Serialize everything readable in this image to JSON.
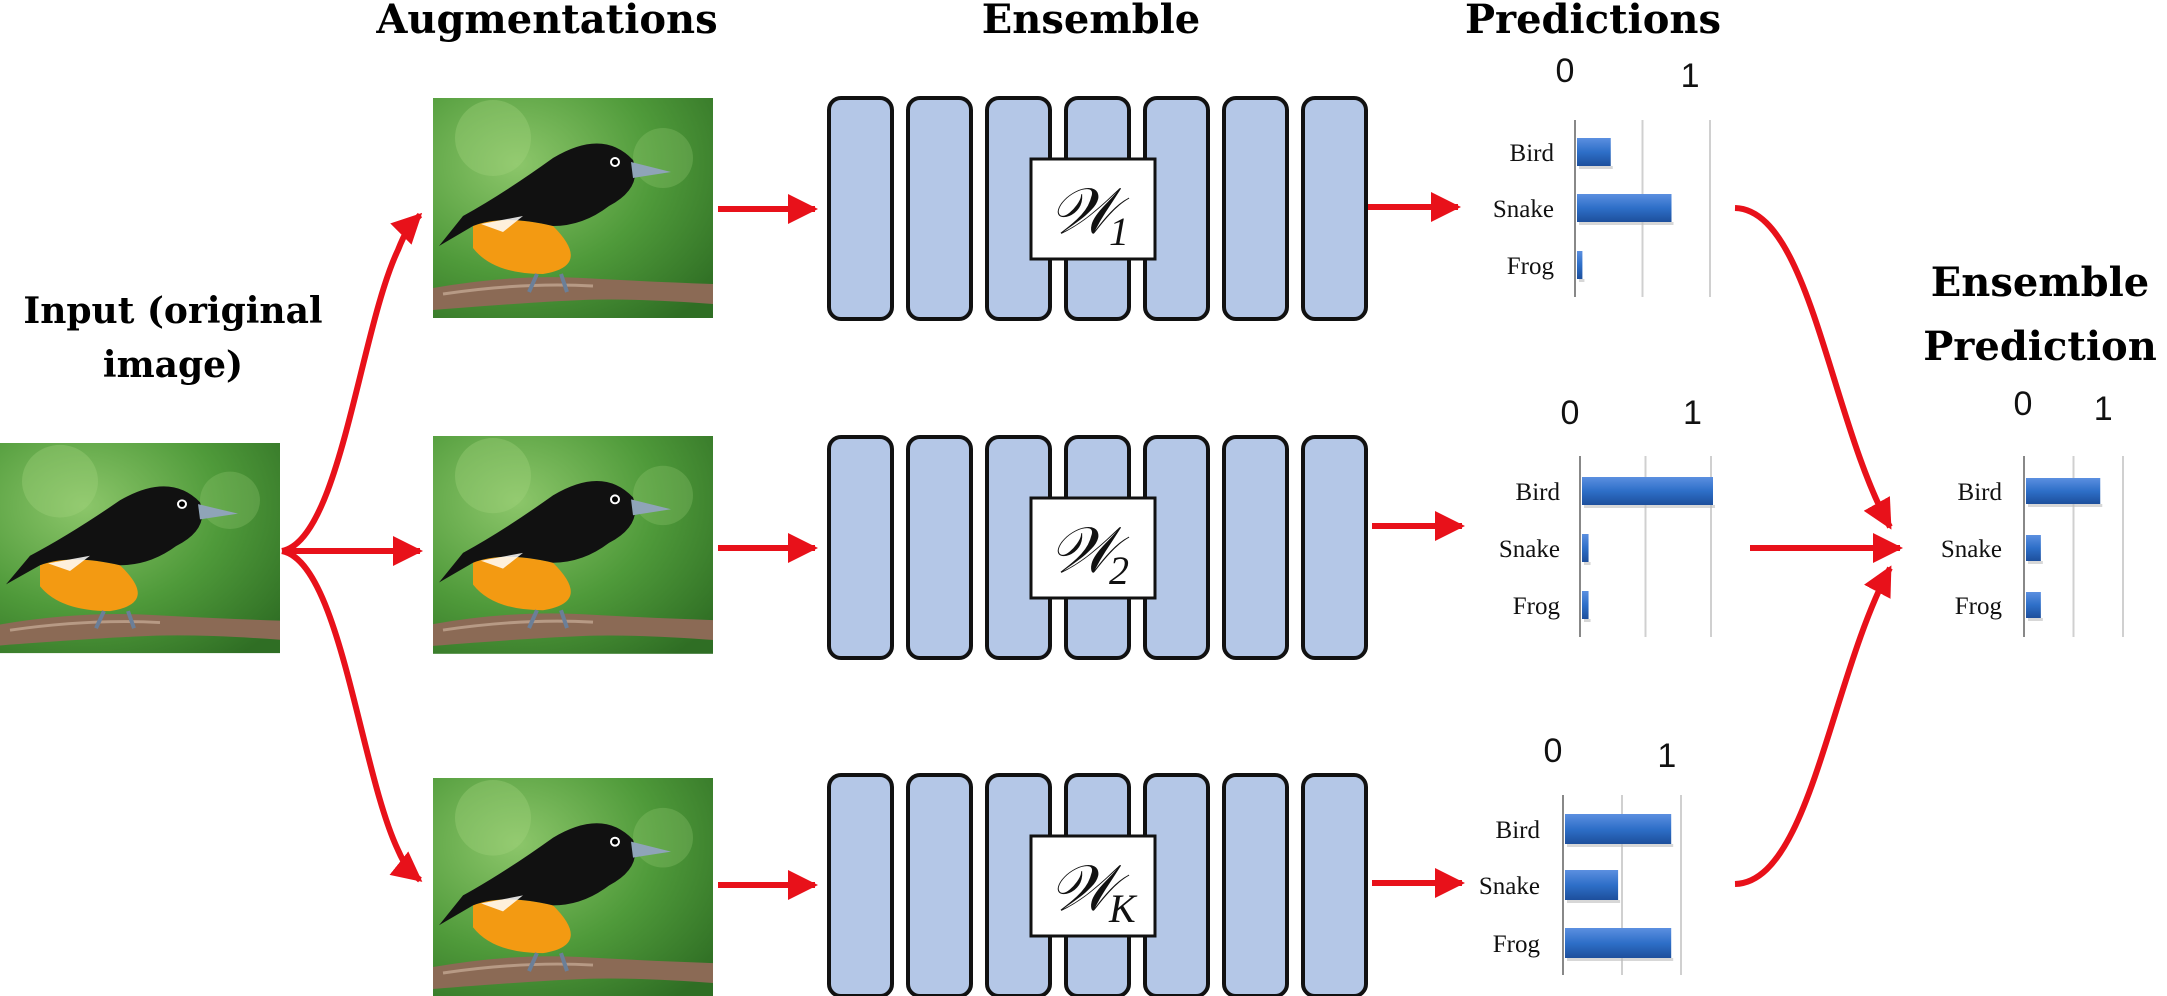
{
  "headings": {
    "augmentations": "Augmentations",
    "ensemble": "Ensemble",
    "predictions": "Predictions",
    "input_line1": "Input (original",
    "input_line2": "image)",
    "ensemble_pred_line1": "Ensemble",
    "ensemble_pred_line2": "Prediction"
  },
  "members": [
    {
      "symbol": "𝒲",
      "subscript": "1"
    },
    {
      "symbol": "𝒲",
      "subscript": "2"
    },
    {
      "symbol": "𝒲",
      "subscript": "K"
    }
  ],
  "colors": {
    "arrow": "#e8111a",
    "layer_fill": "#b4c7e7",
    "bar": "#2e6fc8",
    "grid": "#d0d0d0",
    "photo_bg": "#4f9a3a",
    "bird_black": "#111111",
    "bird_orange": "#f39a12",
    "branch": "#8b6a55"
  },
  "chart_data": [
    {
      "type": "bar",
      "name_hint": "member-1",
      "categories": [
        "Bird",
        "Snake",
        "Frog"
      ],
      "values": [
        0.25,
        0.7,
        0.04
      ],
      "xticks": [
        "0",
        "1"
      ],
      "xlim": [
        0,
        1
      ]
    },
    {
      "type": "bar",
      "name_hint": "member-2",
      "categories": [
        "Bird",
        "Snake",
        "Frog"
      ],
      "values": [
        1.0,
        0.05,
        0.05
      ],
      "xticks": [
        "0",
        "1"
      ],
      "xlim": [
        0,
        1
      ]
    },
    {
      "type": "bar",
      "name_hint": "member-K",
      "categories": [
        "Bird",
        "Snake",
        "Frog"
      ],
      "values": [
        0.9,
        0.45,
        0.9
      ],
      "xticks": [
        "0",
        "1"
      ],
      "xlim": [
        0,
        1
      ]
    },
    {
      "type": "bar",
      "name_hint": "ensemble",
      "categories": [
        "Bird",
        "Snake",
        "Frog"
      ],
      "values": [
        0.75,
        0.15,
        0.15
      ],
      "xticks": [
        "0",
        "1"
      ],
      "xlim": [
        0,
        1
      ]
    }
  ]
}
